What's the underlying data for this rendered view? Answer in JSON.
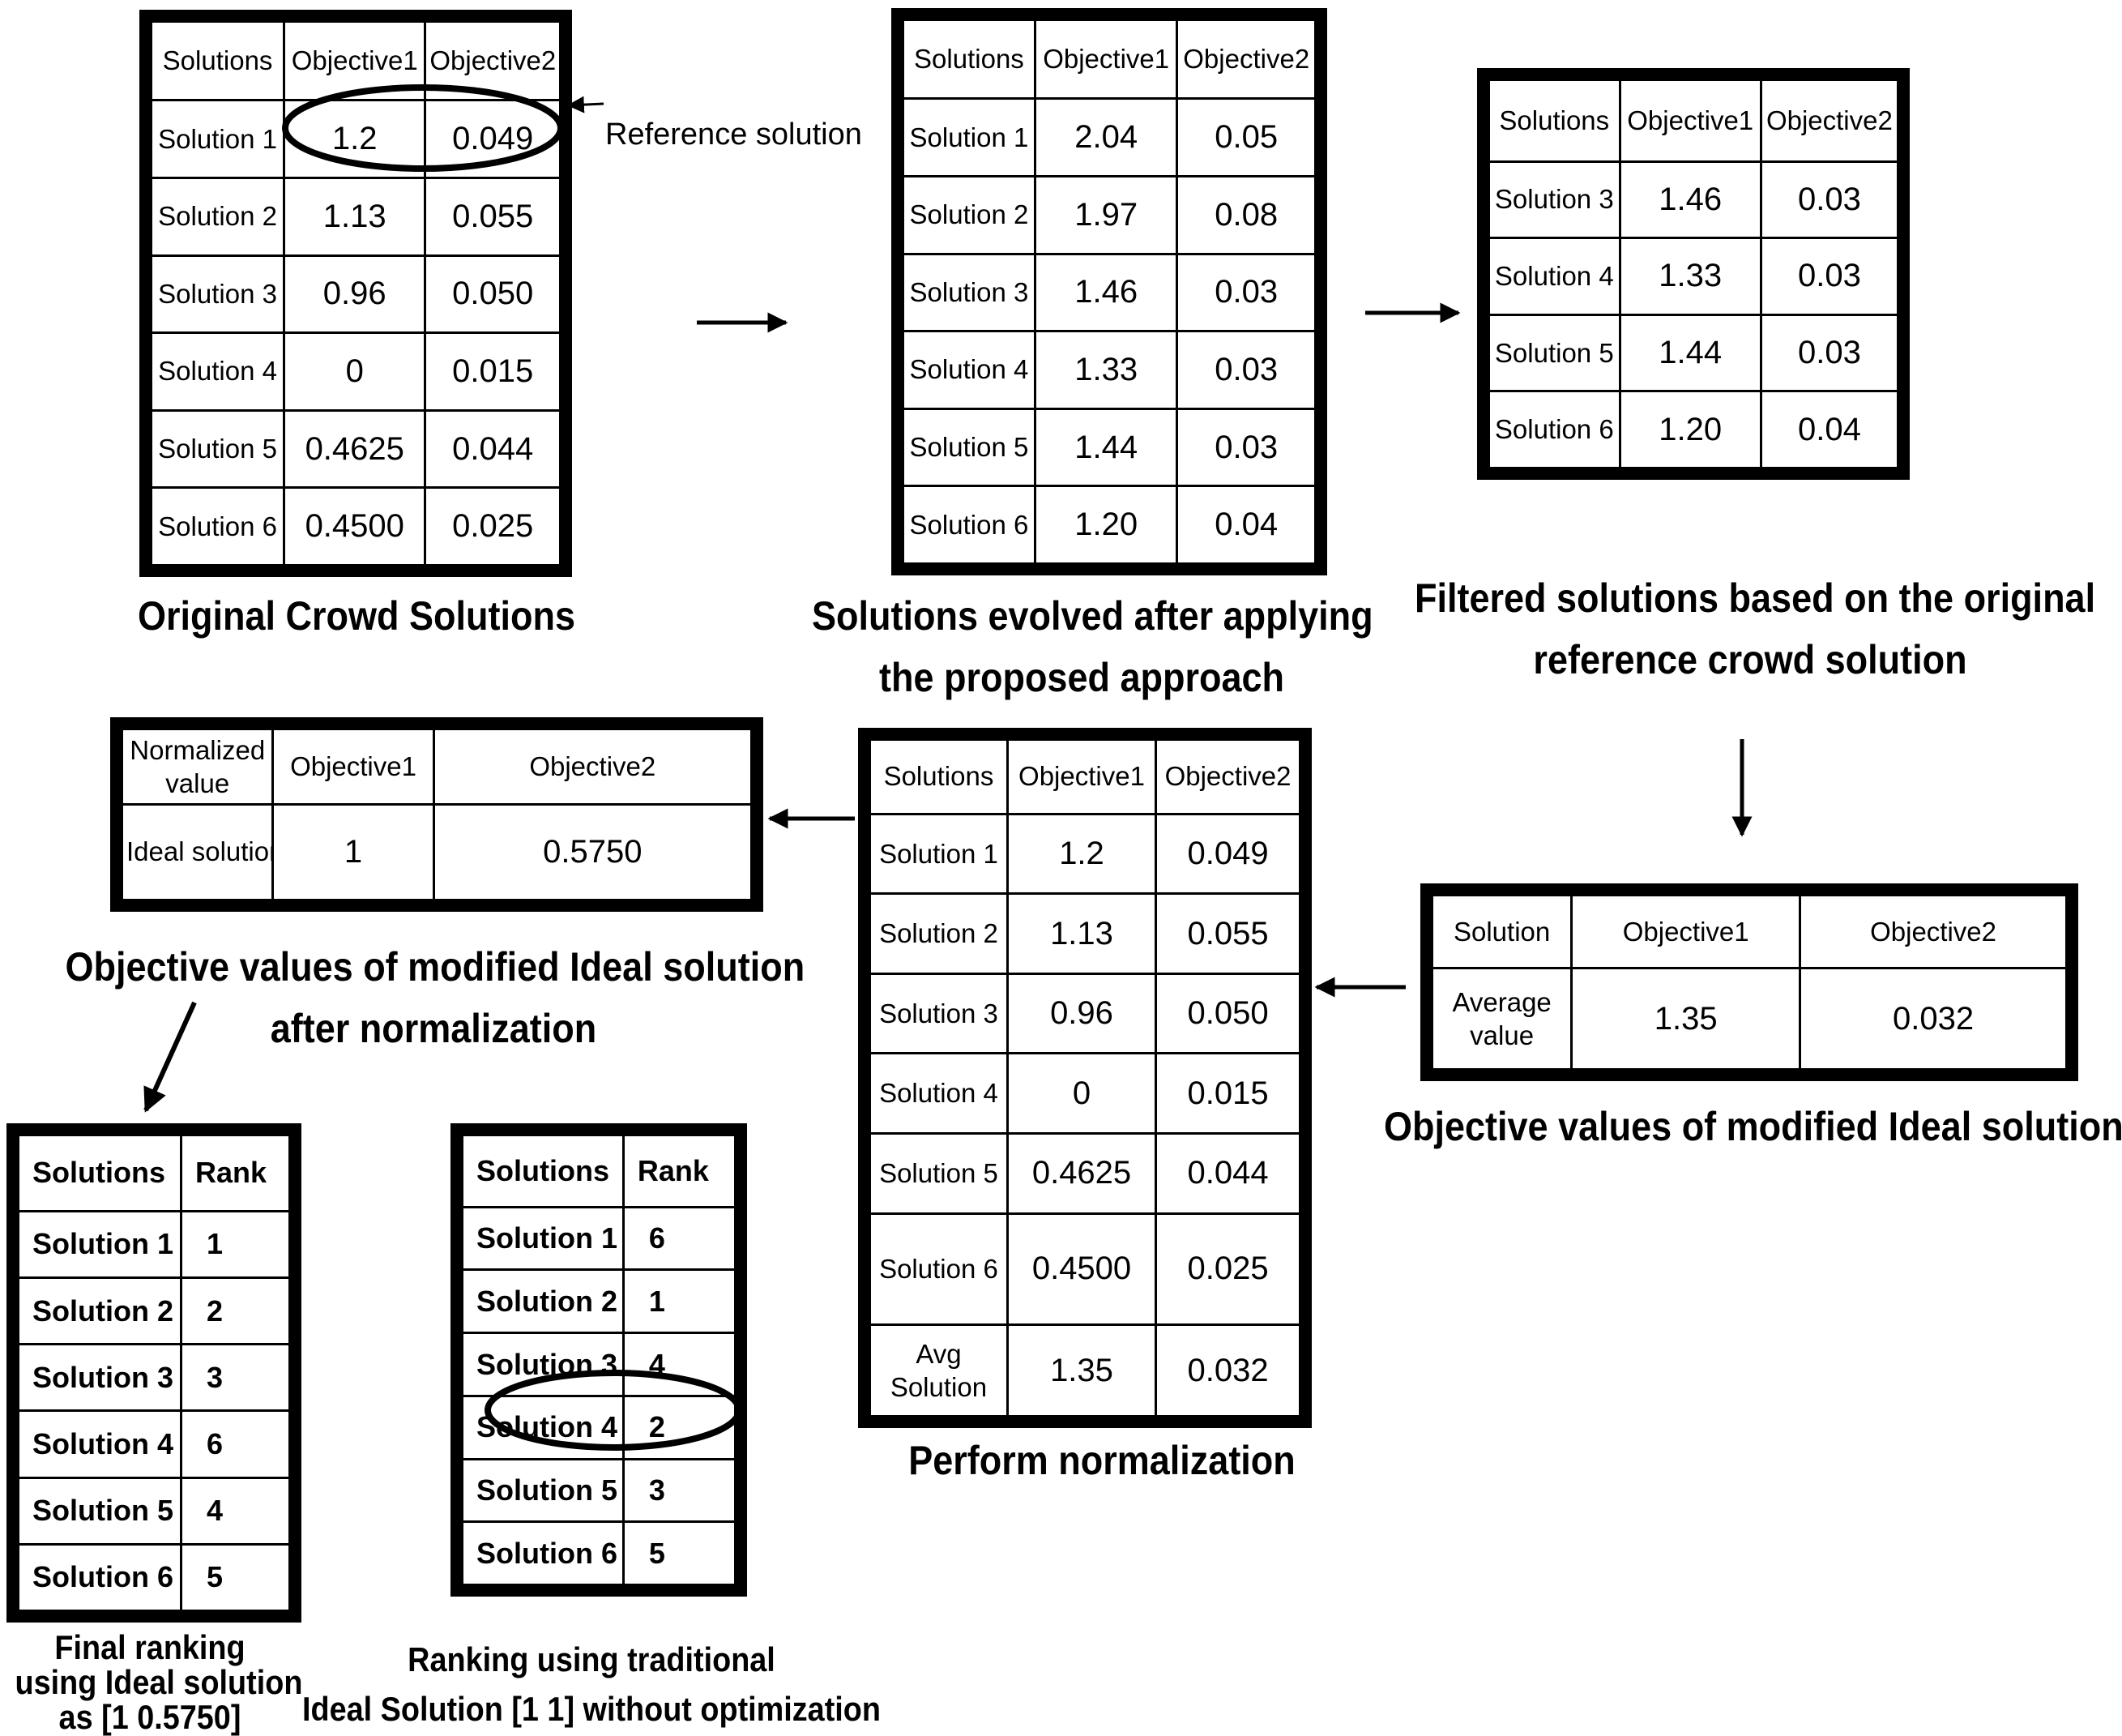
{
  "original": {
    "caption": "Original Crowd Solutions",
    "headers": [
      "Solutions",
      "Objective1",
      "Objective2"
    ],
    "rows": [
      [
        "Solution 1",
        "1.2",
        "0.049"
      ],
      [
        "Solution 2",
        "1.13",
        "0.055"
      ],
      [
        "Solution 3",
        "0.96",
        "0.050"
      ],
      [
        "Solution 4",
        "0",
        "0.015"
      ],
      [
        "Solution 5",
        "0.4625",
        "0.044"
      ],
      [
        "Solution 6",
        "0.4500",
        "0.025"
      ]
    ],
    "reference_note": "Reference solution"
  },
  "evolved": {
    "caption_lines": [
      "Solutions evolved after applying",
      "the proposed approach"
    ],
    "headers": [
      "Solutions",
      "Objective1",
      "Objective2"
    ],
    "rows": [
      [
        "Solution 1",
        "2.04",
        "0.05"
      ],
      [
        "Solution 2",
        "1.97",
        "0.08"
      ],
      [
        "Solution 3",
        "1.46",
        "0.03"
      ],
      [
        "Solution 4",
        "1.33",
        "0.03"
      ],
      [
        "Solution 5",
        "1.44",
        "0.03"
      ],
      [
        "Solution 6",
        "1.20",
        "0.04"
      ]
    ]
  },
  "filtered": {
    "caption_lines": [
      "Filtered solutions based on the original",
      "reference crowd solution"
    ],
    "headers": [
      "Solutions",
      "Objective1",
      "Objective2"
    ],
    "rows": [
      [
        "Solution 3",
        "1.46",
        "0.03"
      ],
      [
        "Solution 4",
        "1.33",
        "0.03"
      ],
      [
        "Solution 5",
        "1.44",
        "0.03"
      ],
      [
        "Solution 6",
        "1.20",
        "0.04"
      ]
    ]
  },
  "average": {
    "caption": "Objective values of modified Ideal solution",
    "headers": [
      "Solution",
      "Objective1",
      "Objective2"
    ],
    "row": [
      "Average value",
      "1.35",
      "0.032"
    ]
  },
  "normalization": {
    "caption": "Perform normalization",
    "headers": [
      "Solutions",
      "Objective1",
      "Objective2"
    ],
    "rows": [
      [
        "Solution 1",
        "1.2",
        "0.049"
      ],
      [
        "Solution 2",
        "1.13",
        "0.055"
      ],
      [
        "Solution 3",
        "0.96",
        "0.050"
      ],
      [
        "Solution 4",
        "0",
        "0.015"
      ],
      [
        "Solution 5",
        "0.4625",
        "0.044"
      ],
      [
        "Solution 6",
        "0.4500",
        "0.025"
      ],
      [
        "Avg Solution",
        "1.35",
        "0.032"
      ]
    ]
  },
  "normalized": {
    "caption_lines": [
      "Objective values of modified Ideal solution",
      "after normalization"
    ],
    "headers": [
      "Normalized value",
      "Objective1",
      "Objective2"
    ],
    "row": [
      "Ideal solution",
      "1",
      "0.5750"
    ]
  },
  "final_ranking": {
    "caption_lines": [
      "Final ranking",
      "using Ideal solution",
      "as [1 0.5750]"
    ],
    "headers": [
      "Solutions",
      "Rank"
    ],
    "rows": [
      [
        "Solution 1",
        "1"
      ],
      [
        "Solution 2",
        "2"
      ],
      [
        "Solution 3",
        "3"
      ],
      [
        "Solution 4",
        "6"
      ],
      [
        "Solution 5",
        "4"
      ],
      [
        "Solution 6",
        "5"
      ]
    ]
  },
  "traditional_ranking": {
    "caption_lines": [
      "Ranking using traditional",
      "Ideal Solution [1 1] without  optimization"
    ],
    "headers": [
      "Solutions",
      "Rank"
    ],
    "rows": [
      [
        "Solution 1",
        "6"
      ],
      [
        "Solution 2",
        "1"
      ],
      [
        "Solution 3",
        "4"
      ],
      [
        "Solution 4",
        "2"
      ],
      [
        "Solution 5",
        "3"
      ],
      [
        "Solution 6",
        "5"
      ]
    ]
  }
}
